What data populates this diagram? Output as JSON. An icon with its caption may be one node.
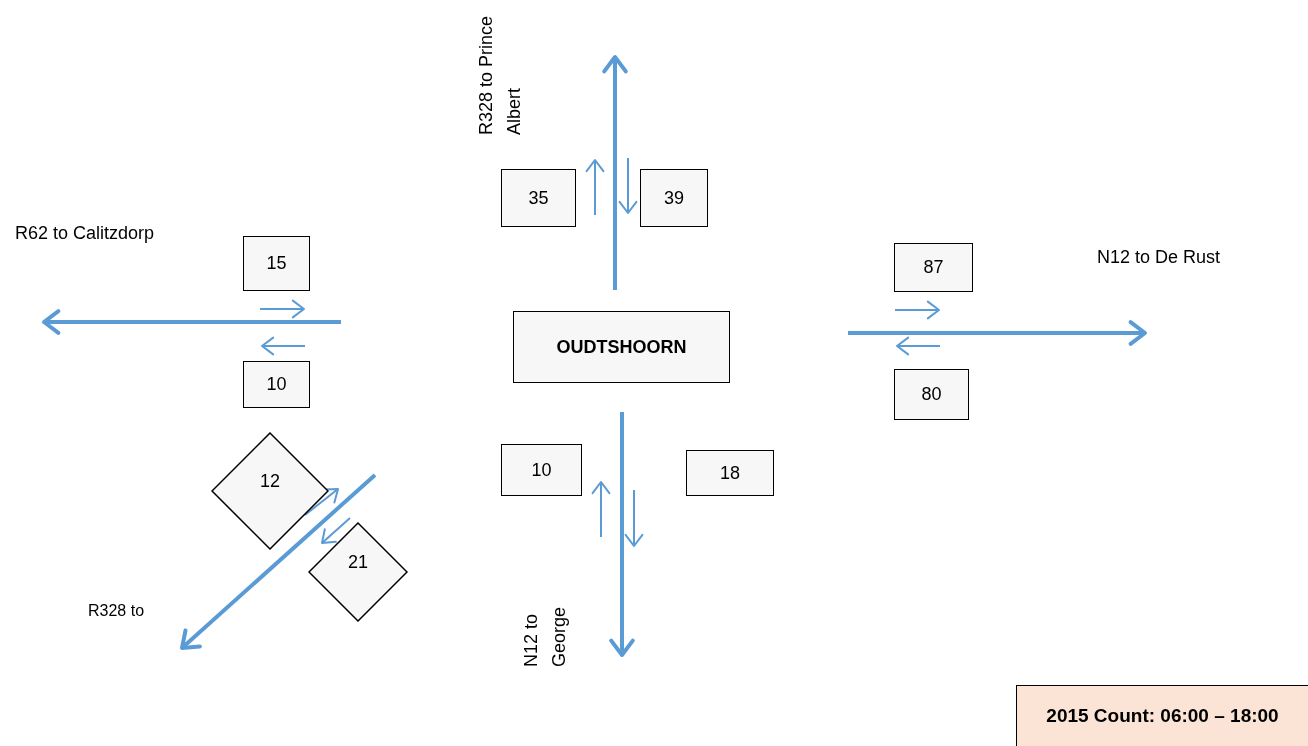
{
  "diagram": {
    "nodes": [
      {
        "text": [
          "35"
        ]
      },
      {
        "text": [
          "39"
        ]
      },
      {
        "text": [
          "15"
        ]
      },
      {
        "text": [
          "87"
        ]
      },
      {
        "text": [
          "OUDTSHOORN"
        ]
      },
      {
        "text": [
          "10"
        ]
      },
      {
        "text": [
          "80"
        ]
      },
      {
        "text": [
          "10"
        ]
      },
      {
        "text": [
          "18"
        ]
      },
      {
        "text": [
          "12"
        ]
      },
      {
        "text": [
          "21"
        ]
      },
      {
        "text": [
          "2015 Count: 06:00 – 18:00"
        ]
      }
    ],
    "edges": [],
    "labels": [
      "R328 to Prince Albert",
      "R62 to Calitzdorp",
      "N12 to De Rust",
      "R328 to",
      "N12 to George"
    ]
  }
}
